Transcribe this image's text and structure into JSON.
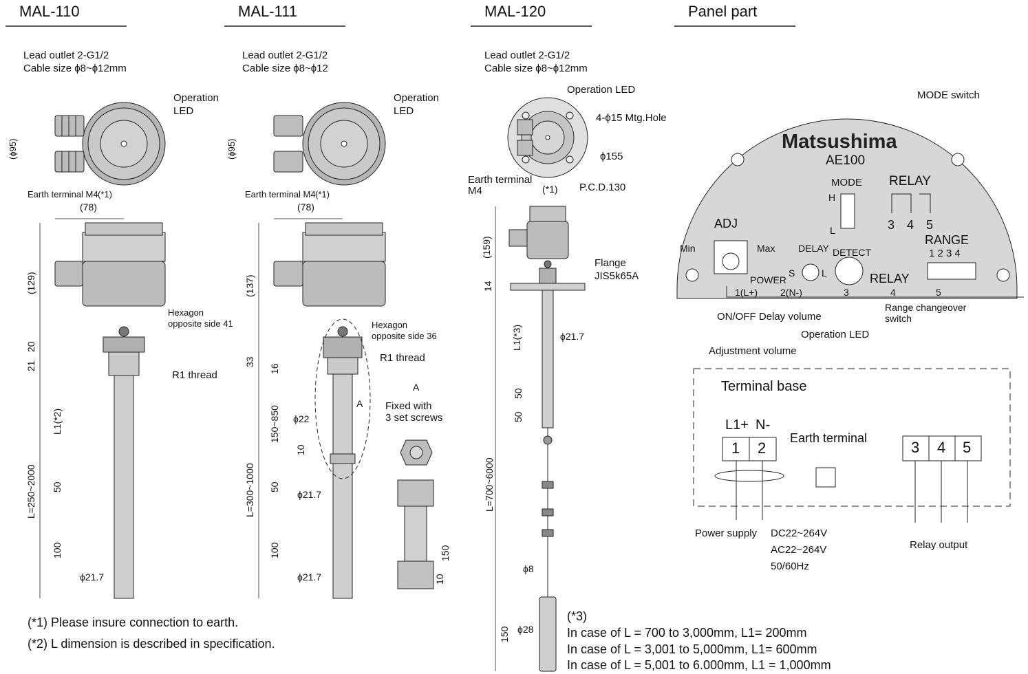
{
  "headings": {
    "mal110": "MAL-110",
    "mal111": "MAL-111",
    "mal120": "MAL-120",
    "panel": "Panel part"
  },
  "mal110": {
    "lead_outlet": "Lead outlet 2-G1/2",
    "cable_size": "Cable size ϕ8~ϕ12mm",
    "operation": "Operation",
    "led": "LED",
    "phi95": "(ϕ95)",
    "earth_terminal": "Earth terminal M4",
    "note1": "(*1)",
    "w78": "(78)",
    "h129": "(129)",
    "d20": "20",
    "d21": "21",
    "hexagon": "Hexagon",
    "opposite": "opposite side 41",
    "r1": "R1 thread",
    "l1": "L1(*2)",
    "d50": "50",
    "range": "L=250~2000",
    "d100": "100",
    "phi217": "ϕ21.7"
  },
  "mal111": {
    "lead_outlet": "Lead outlet 2-G1/2",
    "cable_size": "Cable size ϕ8~ϕ12",
    "operation": "Operation",
    "led": "LED",
    "phi95": "(ϕ95)",
    "earth_terminal": "Earth terminal M4",
    "note1": "(*1)",
    "w78": "(78)",
    "h137": "(137)",
    "hexagon": "Hexagon",
    "opposite": "opposite side 36",
    "r1": "R1 thread",
    "d33": "33",
    "d16": "16",
    "range150": "150~850",
    "phi22": "ϕ22",
    "d10": "10",
    "range300": "L=300~1000",
    "d50": "50",
    "phi217a": "ϕ21.7",
    "d100": "100",
    "phi217b": "ϕ21.7",
    "a1": "A",
    "a2": "A",
    "fixed": "Fixed with",
    "screws": "3 set screws",
    "d150": "150",
    "d10b": "10"
  },
  "mal120": {
    "lead_outlet": "Lead outlet 2-G1/2",
    "cable_size": "Cable size ϕ8~ϕ12mm",
    "operation_led": "Operation LED",
    "mtg_hole": "4-ϕ15 Mtg.Hole",
    "phi155": "ϕ155",
    "earth_terminal": "Earth terminal",
    "m4": "M4",
    "note1": "(*1)",
    "pcd": "P.C.D.130",
    "h159": "(159)",
    "flange": "Flange",
    "jis": "JIS5k65A",
    "d14": "14",
    "l1": "L1(*3)",
    "phi217": "ϕ21.7",
    "d50a": "50",
    "d50b": "50",
    "range": "L=700~6000",
    "phi8": "ϕ8",
    "d150": "150",
    "phi28": "ϕ28"
  },
  "panel": {
    "mode_switch": "MODE switch",
    "brand": "Matsushima",
    "model": "AE100",
    "mode": "MODE",
    "h": "H",
    "l": "L",
    "relay_top": "RELAY",
    "r3": "3",
    "r4": "4",
    "r5": "5",
    "adj": "ADJ",
    "min": "Min",
    "max": "Max",
    "delay": "DELAY",
    "s": "S",
    "l2": "L",
    "detect": "DETECT",
    "range": "RANGE",
    "range_nums": "1 2 3 4",
    "power": "POWER",
    "t1": "1(L+)",
    "t2": "2(N-)",
    "t3": "3",
    "relay_bottom": "RELAY",
    "t4": "4",
    "t5": "5",
    "range_changeover": "Range changeover",
    "switch": "switch",
    "onoff": "ON/OFF Delay volume",
    "op_led": "Operation LED",
    "adj_volume": "Adjustment volume"
  },
  "terminal_base": {
    "title": "Terminal base",
    "l1": "L1+",
    "n": "N-",
    "earth": "Earth terminal",
    "b1": "1",
    "b2": "2",
    "b3": "3",
    "b4": "4",
    "b5": "5",
    "power_supply": "Power supply",
    "dc": "DC22~264V",
    "ac": "AC22~264V",
    "hz": "50/60Hz",
    "relay_output": "Relay output"
  },
  "notes": {
    "n1": "(*1) Please insure connection to earth.",
    "n2": "(*2) L dimension is described in specification.",
    "n3_title": "(*3)",
    "n3_a": "In case of L = 700 to 3,000mm, L1= 200mm",
    "n3_b": "In case of L = 3,001 to 5,000mm, L1= 600mm",
    "n3_c": "In case of L = 5,001 to 6.000mm, L1 = 1,000mm"
  }
}
